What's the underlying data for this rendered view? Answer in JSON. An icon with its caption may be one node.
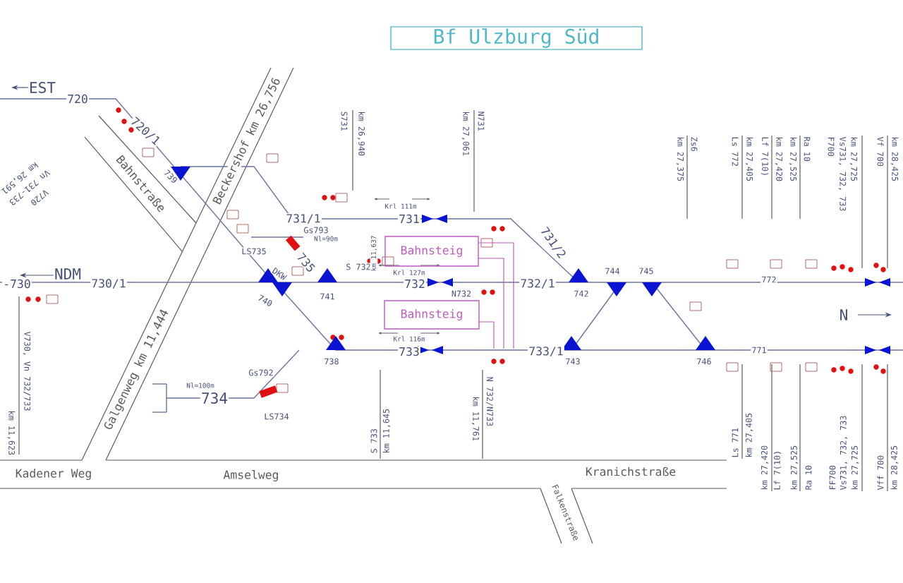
{
  "diagram": {
    "nodes": [
      {
        "text": [
          "Bf Ulzburg Süd"
        ]
      },
      {
        "text": [
          "Bahnsteig"
        ]
      },
      {
        "text": [
          "Bahnsteig"
        ]
      }
    ],
    "labels": [
      "EST",
      "720",
      "720/1",
      "739",
      "Bahnstraße",
      "Beckershof km 26,756",
      "km 26,591",
      "Vn 731-733",
      "V720",
      "S731",
      "km 26,940",
      "km 27,061",
      "N731",
      "731/1",
      "Gs793",
      "Nl=90m",
      "LS735",
      "735",
      "DKW",
      "S 732",
      "Krl 111m",
      "731",
      "km 11,637",
      "Krl 127m",
      "732",
      "N732",
      "731/2",
      "732/1",
      "742",
      "744",
      "745",
      "Zs6",
      "km 27,375",
      "Ls 772",
      "km 27,405",
      "Lf 7(10)",
      "km 27,420",
      "km 27,525",
      "Ra 10",
      "F700",
      "Vs731, 732, 733",
      "km 27,725",
      "Vf 700",
      "km 28,425",
      "772",
      "N",
      "NDM",
      "-730",
      "730/1",
      "740",
      "741",
      "738",
      "Krl 116m",
      "733",
      "733/1",
      "743",
      "746",
      "771",
      "Nl=100m",
      "Gs792",
      "734",
      "LS734",
      "V730, Vn 732/733",
      "km 11,623",
      "Galgenweg km 11,444",
      "S 733",
      "km 11,645",
      "km 11,761",
      "N 732/N733",
      "Ls 771",
      "km 27,405",
      "km 27,420",
      "Lf 7(10)",
      "km 27,525",
      "Ra 10",
      "FF700",
      "Vs731, 732, 733",
      "km 27,725",
      "Vff 700",
      "km 28,425",
      "Kadener Weg",
      "Amselweg",
      "Kranichstraße",
      "Falkenstraße"
    ]
  }
}
